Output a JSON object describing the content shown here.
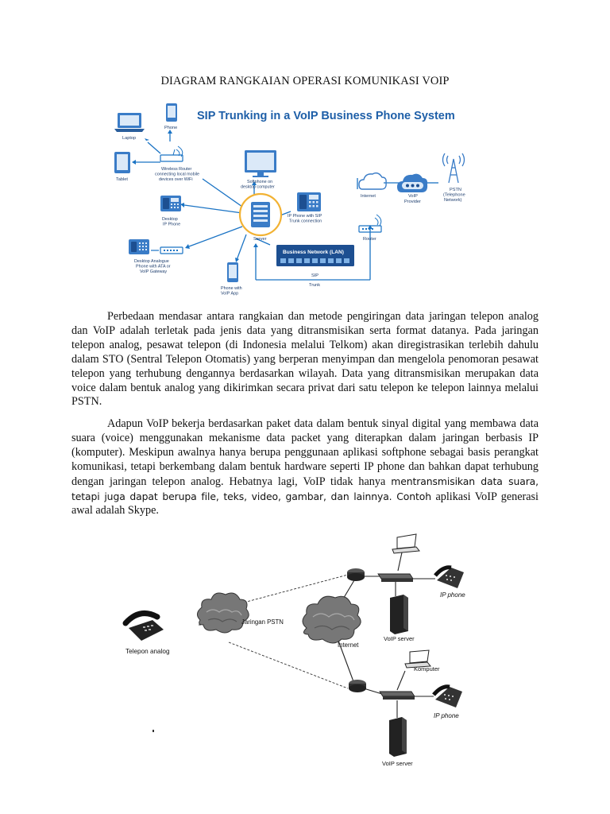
{
  "document": {
    "title": "DIAGRAM RANGKAIAN OPERASI KOMUNIKASI VOIP"
  },
  "figure1": {
    "title": "SIP Trunking in a VoIP Business Phone System",
    "colors": {
      "title": "#1e5fa8",
      "accent": "#1a73c4",
      "icon": "#3a7cc7",
      "server_ring": "#f2b233",
      "lan": "#1d4f91"
    },
    "labels": {
      "laptop": "Laptop",
      "phone": "Phone",
      "tablet": "Tablet",
      "wireless_router_1": "Wireless Router",
      "wireless_router_2": "connecting local mobile",
      "wireless_router_3": "devices over WiFi",
      "softphone_1": "Softphone on",
      "softphone_2": "desktop computer",
      "desktop_ip_1": "Desktop",
      "desktop_ip_2": "IP Phone",
      "ip_phone_sip_1": "IP Phone with SIP",
      "ip_phone_sip_2": "Trunk connection",
      "server": "Server",
      "analogue_1": "Desktop Analogue",
      "analogue_2": "Phone with ATA or",
      "analogue_3": "VoIP Gateway",
      "lan": "Business Network (LAN)",
      "voip_app_1": "Phone with",
      "voip_app_2": "VoIP App",
      "sip_trunk_1": "SIP",
      "sip_trunk_2": "Trunk",
      "internet": "Internet",
      "router": "Router",
      "voip_provider_1": "VoIP",
      "voip_provider_2": "Provider",
      "pstn_1": "PSTN",
      "pstn_2": "(Telephone",
      "pstn_3": "Network)"
    }
  },
  "paragraph1": "Perbedaan mendasar antara rangkaian dan metode pengiringan data jaringan telepon analog dan VoIP adalah terletak pada jenis data yang ditransmisikan serta format datanya. Pada jaringan telepon analog, pesawat telepon (di Indonesia melalui Telkom) akan diregistrasikan terlebih dahulu dalam STO (Sentral Telepon Otomatis) yang berperan menyimpan dan mengelola penomoran pesawat telepon yang terhubung dengannya berdasarkan wilayah. Data yang ditransmisikan merupakan data voice dalam bentuk analog yang dikirimkan secara privat dari satu telepon ke telepon lainnya melalui PSTN.",
  "paragraph2": {
    "part1": "Adapun VoIP bekerja berdasarkan paket data dalam bentuk sinyal digital yang membawa data suara (voice) menggunakan mekanisme data packet yang diterapkan dalam jaringan berbasis IP (komputer). Meskipun awalnya hanya berupa penggunaan aplikasi softphone sebagai basis perangkat komunikasi, tetapi berkembang dalam bentuk hardware seperti IP phone dan bahkan dapat terhubung dengan jaringan telepon analog. Hebatnya lagi, VoIP tidak hanya",
    "part2": "mentransmisikan data suara, tetapi juga dapat berupa file, teks, video, gambar, dan lainnya. Contoh",
    "part3": "aplikasi VoIP generasi awal adalah Skype."
  },
  "figure2": {
    "labels": {
      "ip_phone_top": "IP phone",
      "voip_server_top": "VoIP server",
      "jaringan_pstn": "Jaringan PSTN",
      "telepon_analog": "Telepon analog",
      "internet": "Internet",
      "komputer": "Komputer",
      "ip_phone_bottom": "IP phone",
      "voip_server_bottom": "VoIP server"
    }
  }
}
